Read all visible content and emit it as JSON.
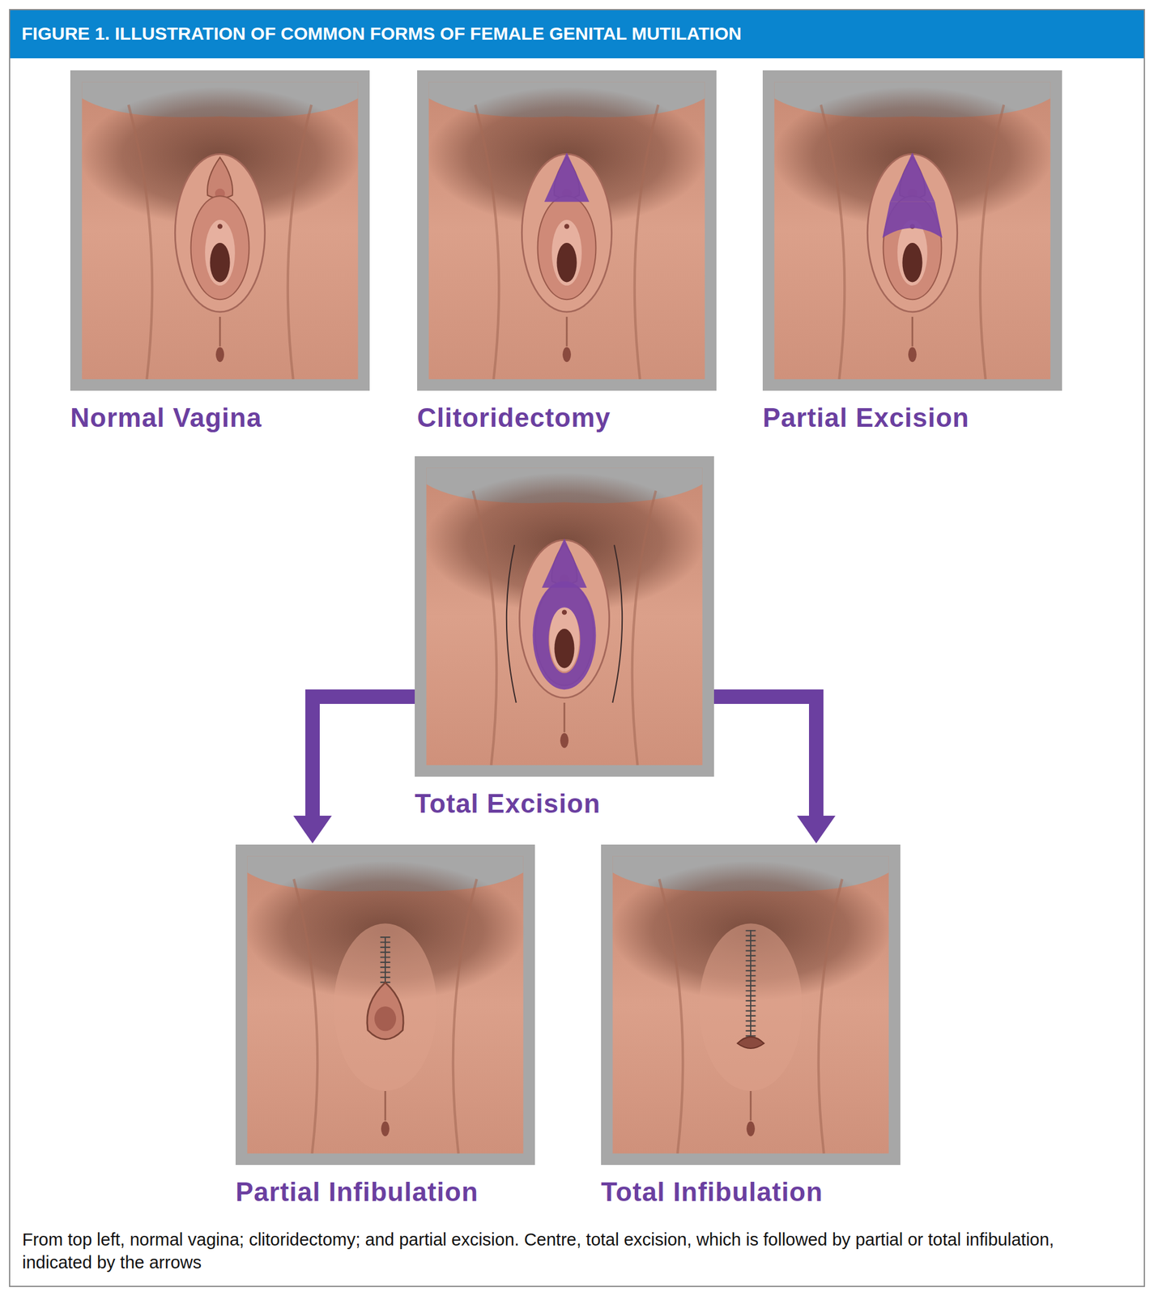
{
  "diagram": {
    "title": "FIGURE 1. ILLUSTRATION OF COMMON FORMS OF FEMALE GENITAL MUTILATION",
    "caption": "From top left, normal vagina; clitoridectomy; and partial excision. Centre, total excision, which is followed by partial or total infibulation, indicated by the arrows",
    "nodes": [
      {
        "text": [
          "Normal Vagina"
        ]
      },
      {
        "text": [
          "Clitoridectomy"
        ]
      },
      {
        "text": [
          "Partial Excision"
        ]
      },
      {
        "text": [
          "Total Excision"
        ]
      },
      {
        "text": [
          "Partial Infibulation"
        ]
      },
      {
        "text": [
          "Total Infibulation"
        ]
      }
    ],
    "edges": [
      {
        "from": 3,
        "to": 4,
        "arrow": "to"
      },
      {
        "from": 3,
        "to": 5,
        "arrow": "to"
      }
    ]
  }
}
